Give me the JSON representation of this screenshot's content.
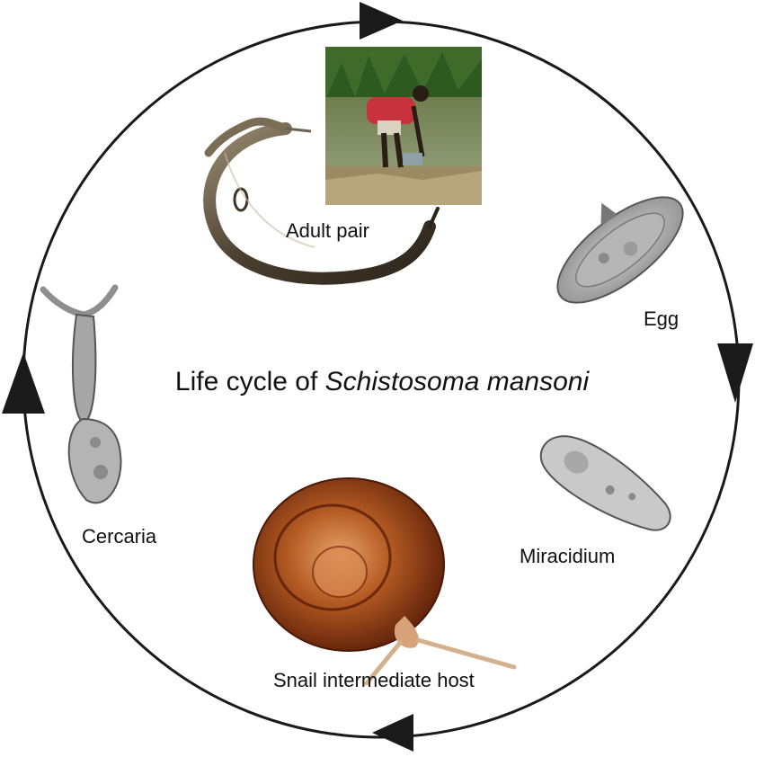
{
  "title": {
    "prefix": "Life cycle of ",
    "species": "Schistosoma mansoni"
  },
  "stages": {
    "adult_pair": "Adult pair",
    "egg": "Egg",
    "miracidium": "Miracidium",
    "snail": "Snail intermediate host",
    "cercaria": "Cercaria"
  },
  "colors": {
    "cycle_line": "#1a1a1a",
    "worm_dark": "#3e3426",
    "snail_shell": "#8a3a12",
    "micro_gray": "#9a9a9a",
    "shirt_red": "#c8323c"
  }
}
